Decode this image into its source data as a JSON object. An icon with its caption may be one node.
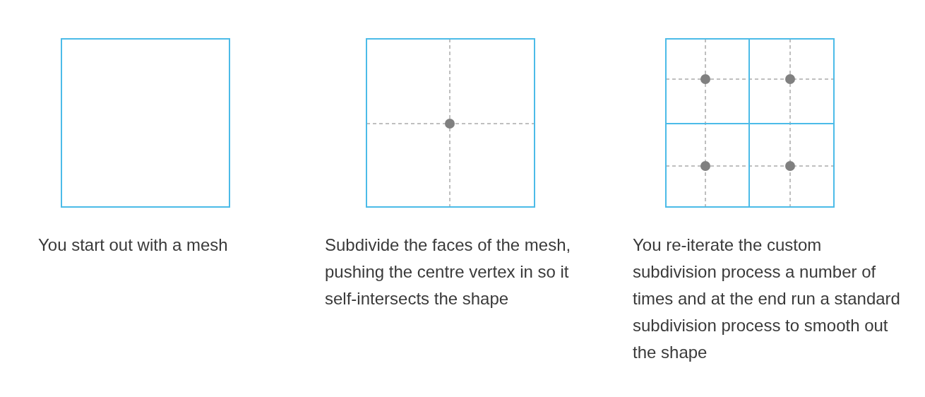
{
  "diagram": {
    "labels": [
      "You start out with a mesh",
      "Subdivide the faces of the mesh, pushing the centre vertex in so it self-intersects the shape",
      "You re-iterate the custom subdivision process a number of times and at the end run a standard subdivision process to smooth out the shape"
    ]
  }
}
